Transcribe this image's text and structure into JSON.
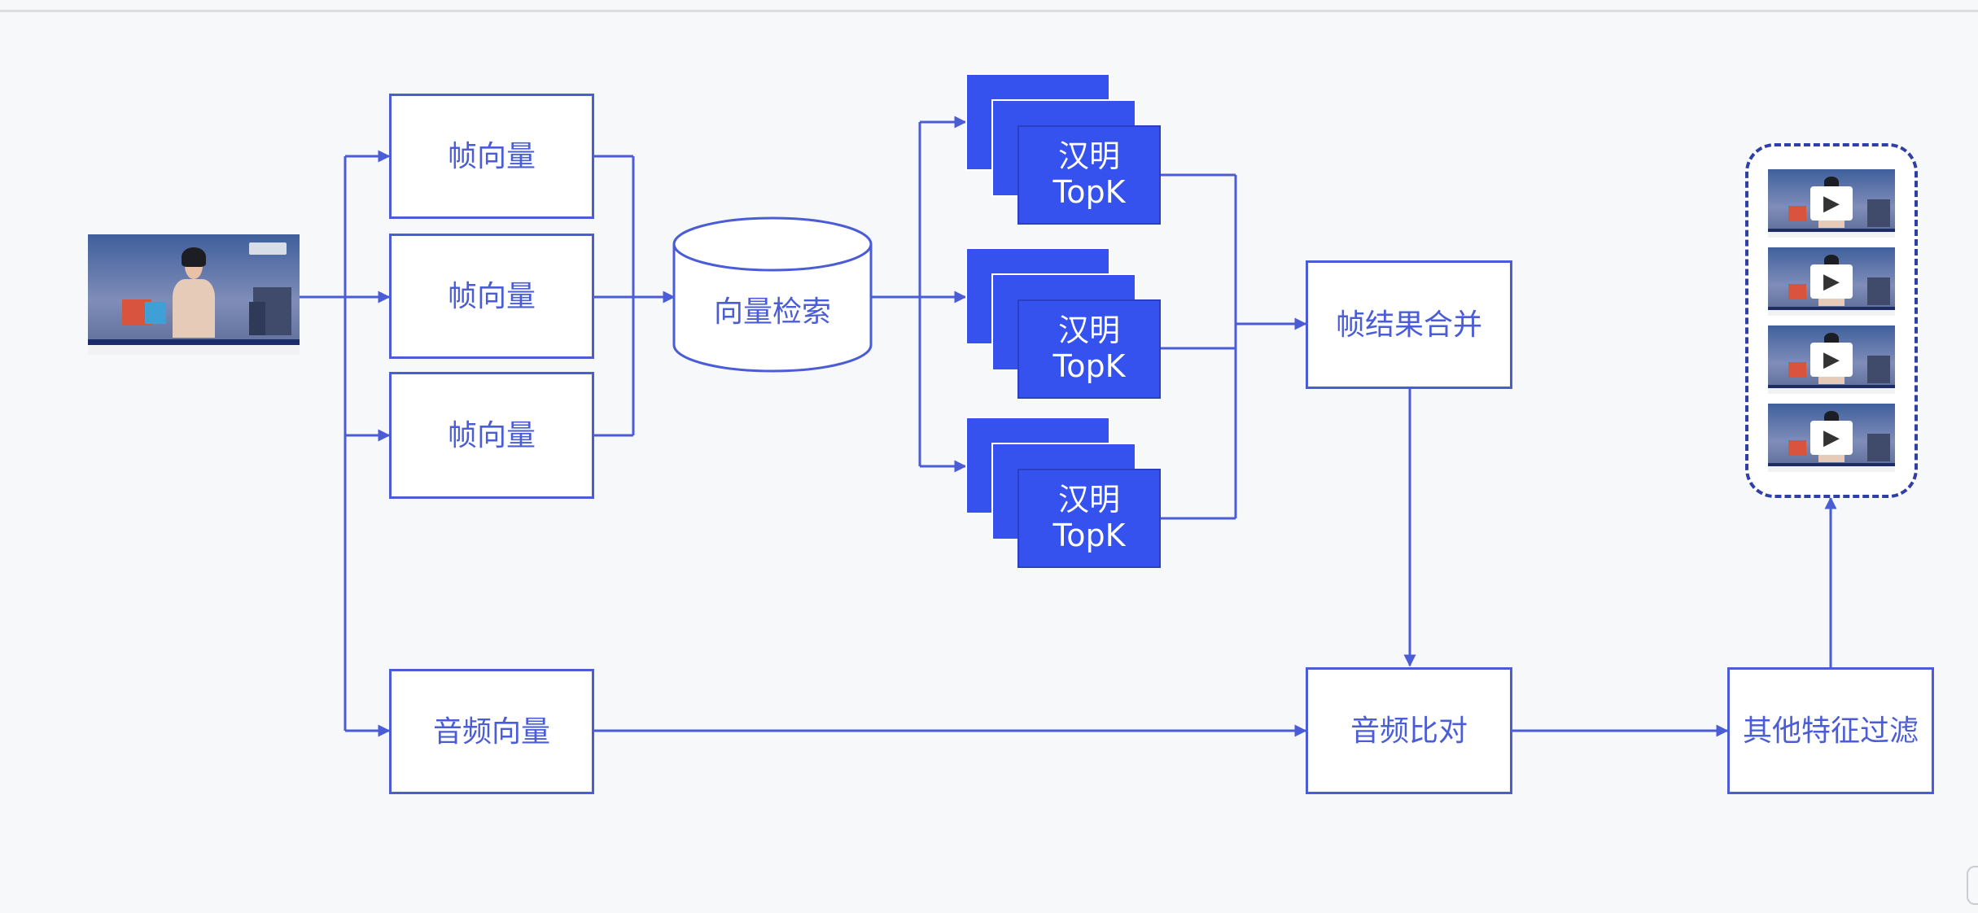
{
  "colors": {
    "stroke": "#4a5cd6",
    "fill_topk": "#3552ee",
    "dashed_border": "#2e3fa8",
    "background": "#f7f8fa"
  },
  "nodes": {
    "frame_vector_1": "帧向量",
    "frame_vector_2": "帧向量",
    "frame_vector_3": "帧向量",
    "audio_vector": "音频向量",
    "vector_search": "向量检索",
    "topk_line1": "汉明",
    "topk_line2": "TopK",
    "frame_merge": "帧结果合并",
    "audio_compare": "音频比对",
    "other_filter": "其他特征过滤"
  },
  "icons": {
    "play": "play-icon",
    "input_video": "video-thumbnail"
  }
}
